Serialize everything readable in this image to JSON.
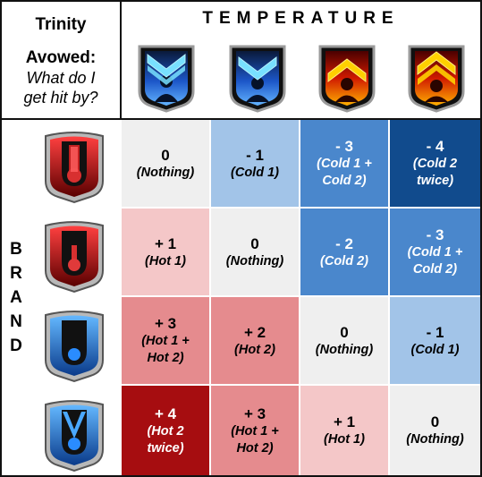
{
  "title": {
    "line1": "Trinity",
    "line2": "Avowed:",
    "line3": "What do I",
    "line4": "get hit by?"
  },
  "temperature_header": "TEMPERATURE",
  "brand_letters": [
    "B",
    "R",
    "A",
    "N",
    "D"
  ],
  "temperature_icons": [
    "cold-double-chevron-icon",
    "cold-chevron-icon",
    "hot-chevron-icon",
    "hot-double-chevron-icon"
  ],
  "brand_icons": [
    "brand-hot-double-icon",
    "brand-hot-icon",
    "brand-cold-icon",
    "brand-cold-double-icon"
  ],
  "colors": {
    "neutral": "#efefef",
    "cold_light": "#a2c4e8",
    "cold_mid": "#4a87cc",
    "cold_dark": "#114b8d",
    "hot_light": "#f4c7c8",
    "hot_mid": "#e58b8e",
    "hot_dark": "#a60d10"
  },
  "grid": [
    [
      {
        "value": "0",
        "desc": [
          "(Nothing)"
        ],
        "tone": "neutral"
      },
      {
        "value": "- 1",
        "desc": [
          "(Cold 1)"
        ],
        "tone": "cold_light"
      },
      {
        "value": "- 3",
        "desc": [
          "(Cold 1 +",
          "Cold 2)"
        ],
        "tone": "cold_mid"
      },
      {
        "value": "- 4",
        "desc": [
          "(Cold 2",
          "twice)"
        ],
        "tone": "cold_dark"
      }
    ],
    [
      {
        "value": "+ 1",
        "desc": [
          "(Hot 1)"
        ],
        "tone": "hot_light"
      },
      {
        "value": "0",
        "desc": [
          "(Nothing)"
        ],
        "tone": "neutral"
      },
      {
        "value": "- 2",
        "desc": [
          "(Cold 2)"
        ],
        "tone": "cold_mid"
      },
      {
        "value": "- 3",
        "desc": [
          "(Cold 1 +",
          "Cold 2)"
        ],
        "tone": "cold_mid"
      }
    ],
    [
      {
        "value": "+ 3",
        "desc": [
          "(Hot 1 +",
          "Hot 2)"
        ],
        "tone": "hot_mid"
      },
      {
        "value": "+ 2",
        "desc": [
          "(Hot 2)"
        ],
        "tone": "hot_mid"
      },
      {
        "value": "0",
        "desc": [
          "(Nothing)"
        ],
        "tone": "neutral"
      },
      {
        "value": "- 1",
        "desc": [
          "(Cold 1)"
        ],
        "tone": "cold_light"
      }
    ],
    [
      {
        "value": "+ 4",
        "desc": [
          "(Hot 2",
          "twice)"
        ],
        "tone": "hot_dark"
      },
      {
        "value": "+ 3",
        "desc": [
          "(Hot 1 +",
          "Hot 2)"
        ],
        "tone": "hot_mid"
      },
      {
        "value": "+ 1",
        "desc": [
          "(Hot 1)"
        ],
        "tone": "hot_light"
      },
      {
        "value": "0",
        "desc": [
          "(Nothing)"
        ],
        "tone": "neutral"
      }
    ]
  ]
}
